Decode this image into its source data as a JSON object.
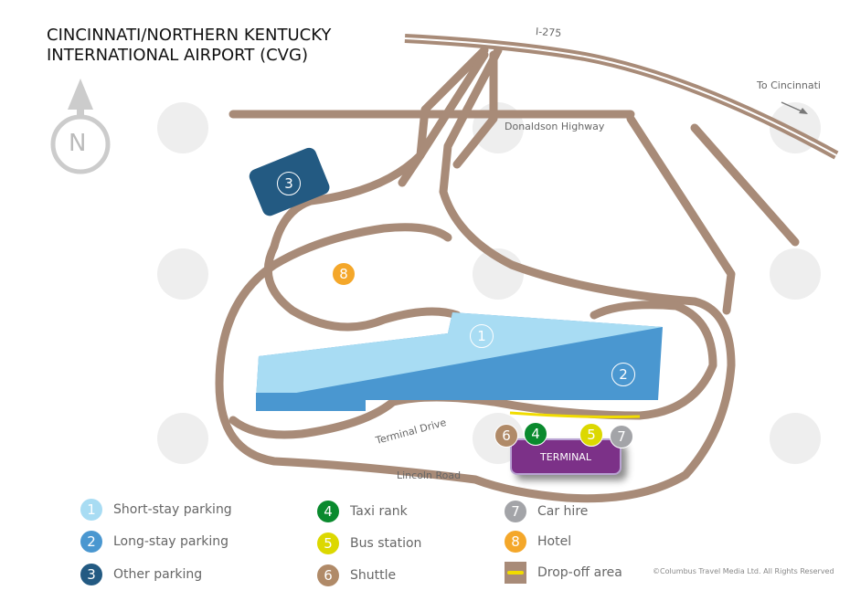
{
  "title_line1": "CINCINNATI/NORTHERN KENTUCKY",
  "title_line2": "INTERNATIONAL AIRPORT (CVG)",
  "compass": "N",
  "watermark": "Columbus Travel Media",
  "roads": {
    "i275": "I-275",
    "to_cincinnati": "To Cincinnati",
    "donaldson": "Donaldson Highway",
    "terminal_drive": "Terminal Drive",
    "lincoln": "Lincoln Road"
  },
  "terminal_label": "TERMINAL",
  "markers": {
    "p1": "1",
    "p2": "2",
    "p3": "3",
    "p4": "4",
    "p5": "5",
    "p6": "6",
    "p7": "7",
    "p8": "8"
  },
  "legend": [
    {
      "num": "1",
      "label": "Short-stay parking",
      "color": "#a8dcf3"
    },
    {
      "num": "2",
      "label": "Long-stay parking",
      "color": "#4a97d0"
    },
    {
      "num": "3",
      "label": "Other parking",
      "color": "#235a82"
    },
    {
      "num": "4",
      "label": "Taxi rank",
      "color": "#0a8a2e"
    },
    {
      "num": "5",
      "label": "Bus station",
      "color": "#dcd800"
    },
    {
      "num": "6",
      "label": "Shuttle",
      "color": "#b08a68"
    },
    {
      "num": "7",
      "label": "Car hire",
      "color": "#a3a4a8"
    },
    {
      "num": "8",
      "label": "Hotel",
      "color": "#f4a72a"
    },
    {
      "num": "",
      "label": "Drop-off area",
      "color": "#a88b78"
    }
  ],
  "copyright": "©Columbus Travel Media Ltd. All Rights Reserved"
}
